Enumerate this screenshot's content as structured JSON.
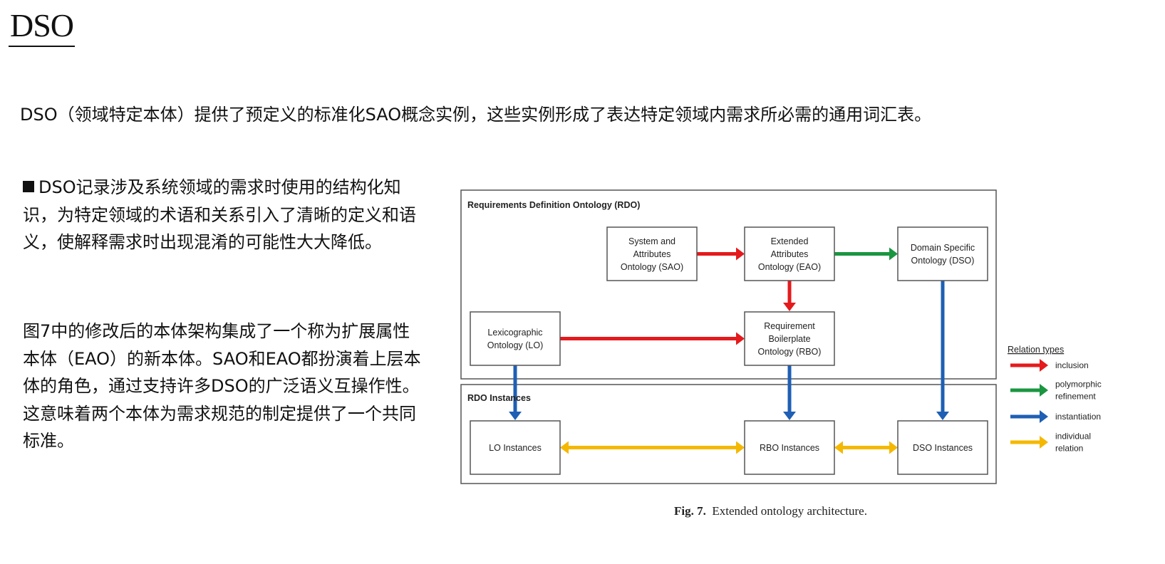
{
  "slide": {
    "title": "DSO",
    "intro": "DSO（领域特定本体）提供了预定义的标准化SAO概念实例，这些实例形成了表达特定领域内需求所必需的通用词汇表。",
    "bullet": "DSO记录涉及系统领域的需求时使用的结构化知识，为特定领域的术语和关系引入了清晰的定义和语义，使解释需求时出现混淆的可能性大大降低。",
    "body": "图7中的修改后的本体架构集成了一个称为扩展属性本体（EAO）的新本体。SAO和EAO都扮演着上层本体的角色，通过支持许多DSO的广泛语义互操作性。这意味着两个本体为需求规范的制定提供了一个共同标准。"
  },
  "diagram": {
    "rdo_title": "Requirements Definition Ontology (RDO)",
    "instances_title": "RDO Instances",
    "nodes": {
      "sao": [
        "System and",
        "Attributes",
        "Ontology (SAO)"
      ],
      "eao": [
        "Extended",
        "Attributes",
        "Ontology (EAO)"
      ],
      "dso": [
        "Domain Specific",
        "Ontology (DSO)"
      ],
      "lo": [
        "Lexicographic",
        "Ontology (LO)"
      ],
      "rbo": [
        "Requirement",
        "Boilerplate",
        "Ontology (RBO)"
      ],
      "lo_inst": [
        "LO Instances"
      ],
      "rbo_inst": [
        "RBO Instances"
      ],
      "dso_inst": [
        "DSO Instances"
      ]
    },
    "legend": {
      "title": "Relation types",
      "items": [
        {
          "key": "inclusion",
          "label": [
            "inclusion"
          ],
          "color": "#e41a1c"
        },
        {
          "key": "polymorphic",
          "label": [
            "polymorphic",
            "refinement"
          ],
          "color": "#1a9641"
        },
        {
          "key": "instantiation",
          "label": [
            "instantiation"
          ],
          "color": "#1f5fb4"
        },
        {
          "key": "individual",
          "label": [
            "individual",
            "relation"
          ],
          "color": "#f5b800"
        }
      ]
    },
    "edges": [
      {
        "from": "sao",
        "to": "eao",
        "type": "inclusion"
      },
      {
        "from": "eao",
        "to": "dso",
        "type": "polymorphic"
      },
      {
        "from": "eao",
        "to": "rbo",
        "type": "inclusion"
      },
      {
        "from": "lo",
        "to": "rbo",
        "type": "inclusion"
      },
      {
        "from": "lo",
        "to": "lo_inst",
        "type": "instantiation"
      },
      {
        "from": "rbo",
        "to": "rbo_inst",
        "type": "instantiation"
      },
      {
        "from": "dso",
        "to": "dso_inst",
        "type": "instantiation"
      },
      {
        "from": "lo_inst",
        "to": "rbo_inst",
        "type": "individual"
      },
      {
        "from": "rbo_inst",
        "to": "dso_inst",
        "type": "individual"
      }
    ],
    "caption_label": "Fig. 7.",
    "caption_text": "Extended ontology architecture."
  }
}
